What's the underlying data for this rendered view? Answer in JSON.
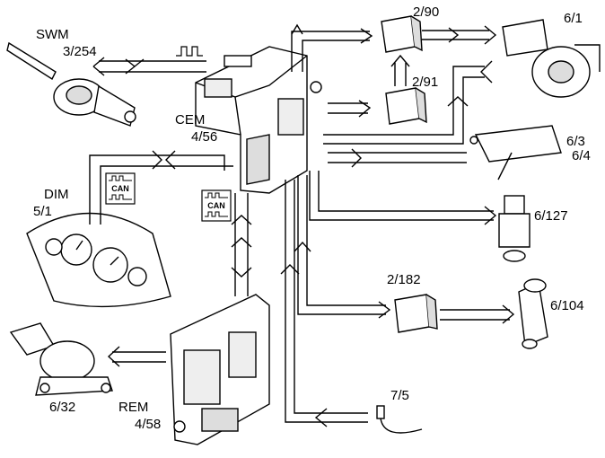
{
  "components": {
    "swm": {
      "name": "SWM",
      "code": "3/254"
    },
    "cem": {
      "name": "CEM",
      "code": "4/56"
    },
    "dim": {
      "name": "DIM",
      "code": "5/1"
    },
    "rem": {
      "name": "REM",
      "code": "4/58"
    },
    "relay_2_90": {
      "code": "2/90"
    },
    "relay_2_91": {
      "code": "2/91"
    },
    "relay_2_182": {
      "code": "2/182"
    },
    "wiper_motor_front": {
      "code": "6/1"
    },
    "washer_pumps": {
      "code_a": "6/3",
      "code_b": "6/4"
    },
    "pump_6_127": {
      "code": "6/127"
    },
    "motor_6_104": {
      "code": "6/104"
    },
    "wiper_motor_rear": {
      "code": "6/32"
    },
    "sensor_7_5": {
      "code": "7/5"
    }
  },
  "bus_labels": {
    "dim_link": "CAN",
    "rem_link": "CAN"
  }
}
